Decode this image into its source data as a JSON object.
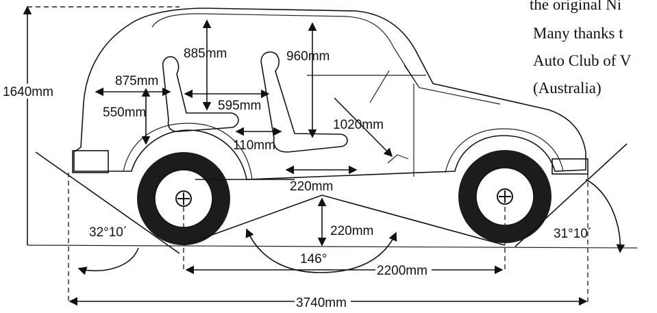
{
  "caption": {
    "lines": [
      "the original Ni",
      "Many thanks t",
      "Auto Club of V",
      "(Australia)"
    ]
  },
  "dimensions": {
    "overall_height": "1640mm",
    "headroom_front": "885mm",
    "headroom_rear": "960mm",
    "seat_back_front": "875mm",
    "seat_height_front": "550mm",
    "legroom_rear": "595mm",
    "rear_seat_to_door": "1020mm",
    "seat_depth": "110mm",
    "rear_floor_length": "220mm",
    "ground_clearance": "220mm",
    "approach_angle": "32°10´",
    "departure_angle": "31°10´",
    "ramp_angle": "146°",
    "wheelbase": "2200mm",
    "overall_length": "3740mm"
  },
  "colors": {
    "ink": "#111111",
    "tire": "#1c1c1c",
    "paper": "#ffffff"
  }
}
